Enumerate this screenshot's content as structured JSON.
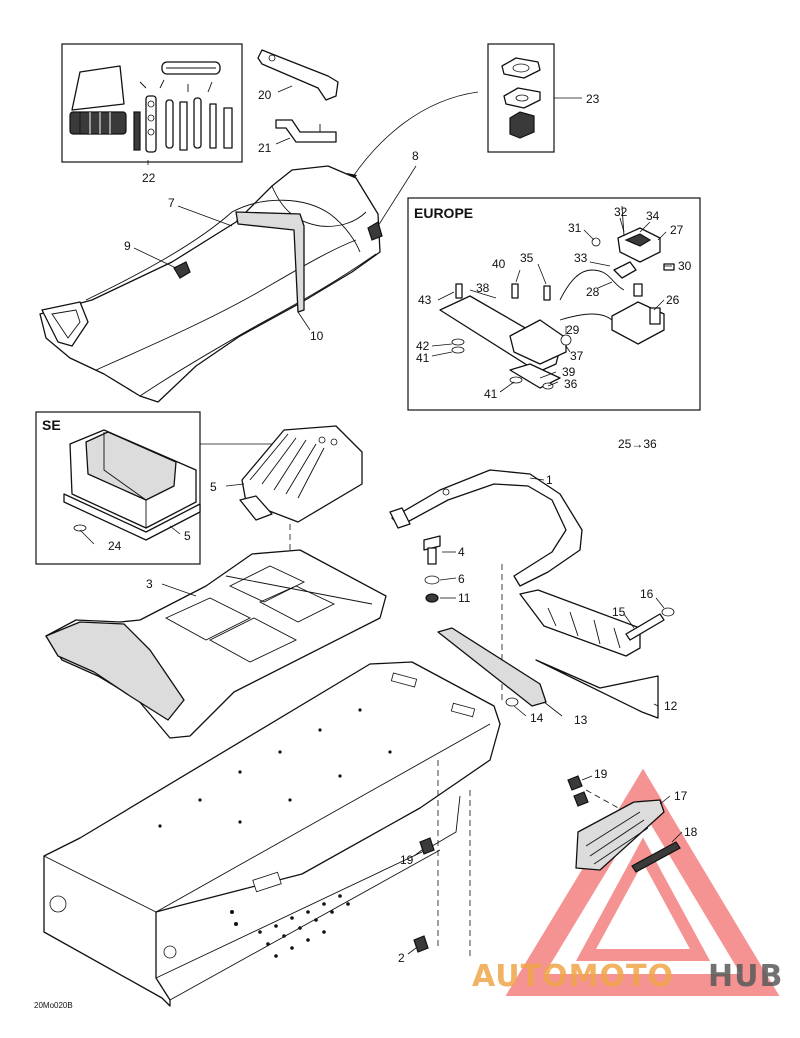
{
  "boxes": {
    "europe_label": "EUROPE",
    "se_label": "SE"
  },
  "range_note": "25→36",
  "callouts": [
    {
      "id": "c1",
      "text": "1"
    },
    {
      "id": "c2",
      "text": "2"
    },
    {
      "id": "c3",
      "text": "3"
    },
    {
      "id": "c4",
      "text": "4"
    },
    {
      "id": "c5a",
      "text": "5"
    },
    {
      "id": "c5b",
      "text": "5"
    },
    {
      "id": "c6",
      "text": "6"
    },
    {
      "id": "c7",
      "text": "7"
    },
    {
      "id": "c8",
      "text": "8"
    },
    {
      "id": "c9",
      "text": "9"
    },
    {
      "id": "c10",
      "text": "10"
    },
    {
      "id": "c11",
      "text": "11"
    },
    {
      "id": "c12",
      "text": "12"
    },
    {
      "id": "c13",
      "text": "13"
    },
    {
      "id": "c14",
      "text": "14"
    },
    {
      "id": "c15",
      "text": "15"
    },
    {
      "id": "c16",
      "text": "16"
    },
    {
      "id": "c17",
      "text": "17"
    },
    {
      "id": "c18",
      "text": "18"
    },
    {
      "id": "c19a",
      "text": "19"
    },
    {
      "id": "c19b",
      "text": "19"
    },
    {
      "id": "c20",
      "text": "20"
    },
    {
      "id": "c21",
      "text": "21"
    },
    {
      "id": "c22",
      "text": "22"
    },
    {
      "id": "c23",
      "text": "23"
    },
    {
      "id": "c24",
      "text": "24"
    },
    {
      "id": "c26",
      "text": "26"
    },
    {
      "id": "c27",
      "text": "27"
    },
    {
      "id": "c28",
      "text": "28"
    },
    {
      "id": "c29",
      "text": "29"
    },
    {
      "id": "c30",
      "text": "30"
    },
    {
      "id": "c31",
      "text": "31"
    },
    {
      "id": "c32",
      "text": "32"
    },
    {
      "id": "c33",
      "text": "33"
    },
    {
      "id": "c34",
      "text": "34"
    },
    {
      "id": "c35",
      "text": "35"
    },
    {
      "id": "c36a",
      "text": "36"
    },
    {
      "id": "c36b",
      "text": "36"
    },
    {
      "id": "c37",
      "text": "37"
    },
    {
      "id": "c38",
      "text": "38"
    },
    {
      "id": "c39",
      "text": "39"
    },
    {
      "id": "c40",
      "text": "40"
    },
    {
      "id": "c41a",
      "text": "41"
    },
    {
      "id": "c41b",
      "text": "41"
    },
    {
      "id": "c42",
      "text": "42"
    },
    {
      "id": "c43",
      "text": "43"
    }
  ],
  "drawing_ref": "20Mo020B",
  "watermark": {
    "part1": "AUTOMOTO",
    "part2": "HUB",
    "color_accent": "#f0a54a",
    "color_dark": "#5a5a5a",
    "triangle_color": "#ee3b3b"
  }
}
